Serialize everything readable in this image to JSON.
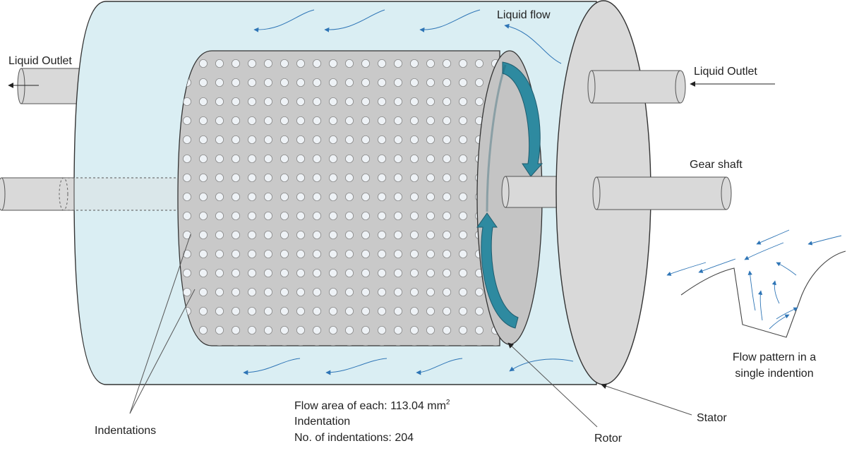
{
  "labels": {
    "liquid_outlet_left": "Liquid Outlet",
    "liquid_outlet_right": "Liquid Outlet",
    "liquid_flow": "Liquid flow",
    "gear_shaft": "Gear shaft",
    "flow_pattern_line1": "Flow pattern in a",
    "flow_pattern_line2": "single indention",
    "indentations": "Indentations",
    "rotor": "Rotor",
    "stator": "Stator"
  },
  "spec": {
    "flow_area_prefix": "Flow area of each: 113.04 mm",
    "flow_area_exponent": "2",
    "line2": "Indentation",
    "count_line": "No. of indentations: 204"
  },
  "colors": {
    "liquid": "#daeef3",
    "metal": "#d9d9d9",
    "rotor_body": "#c9c9c9",
    "hole": "#eef2f6",
    "flow_arrow": "#2e75b6",
    "rotation_arrow": "#1f6b7d",
    "outline": "#333333"
  }
}
